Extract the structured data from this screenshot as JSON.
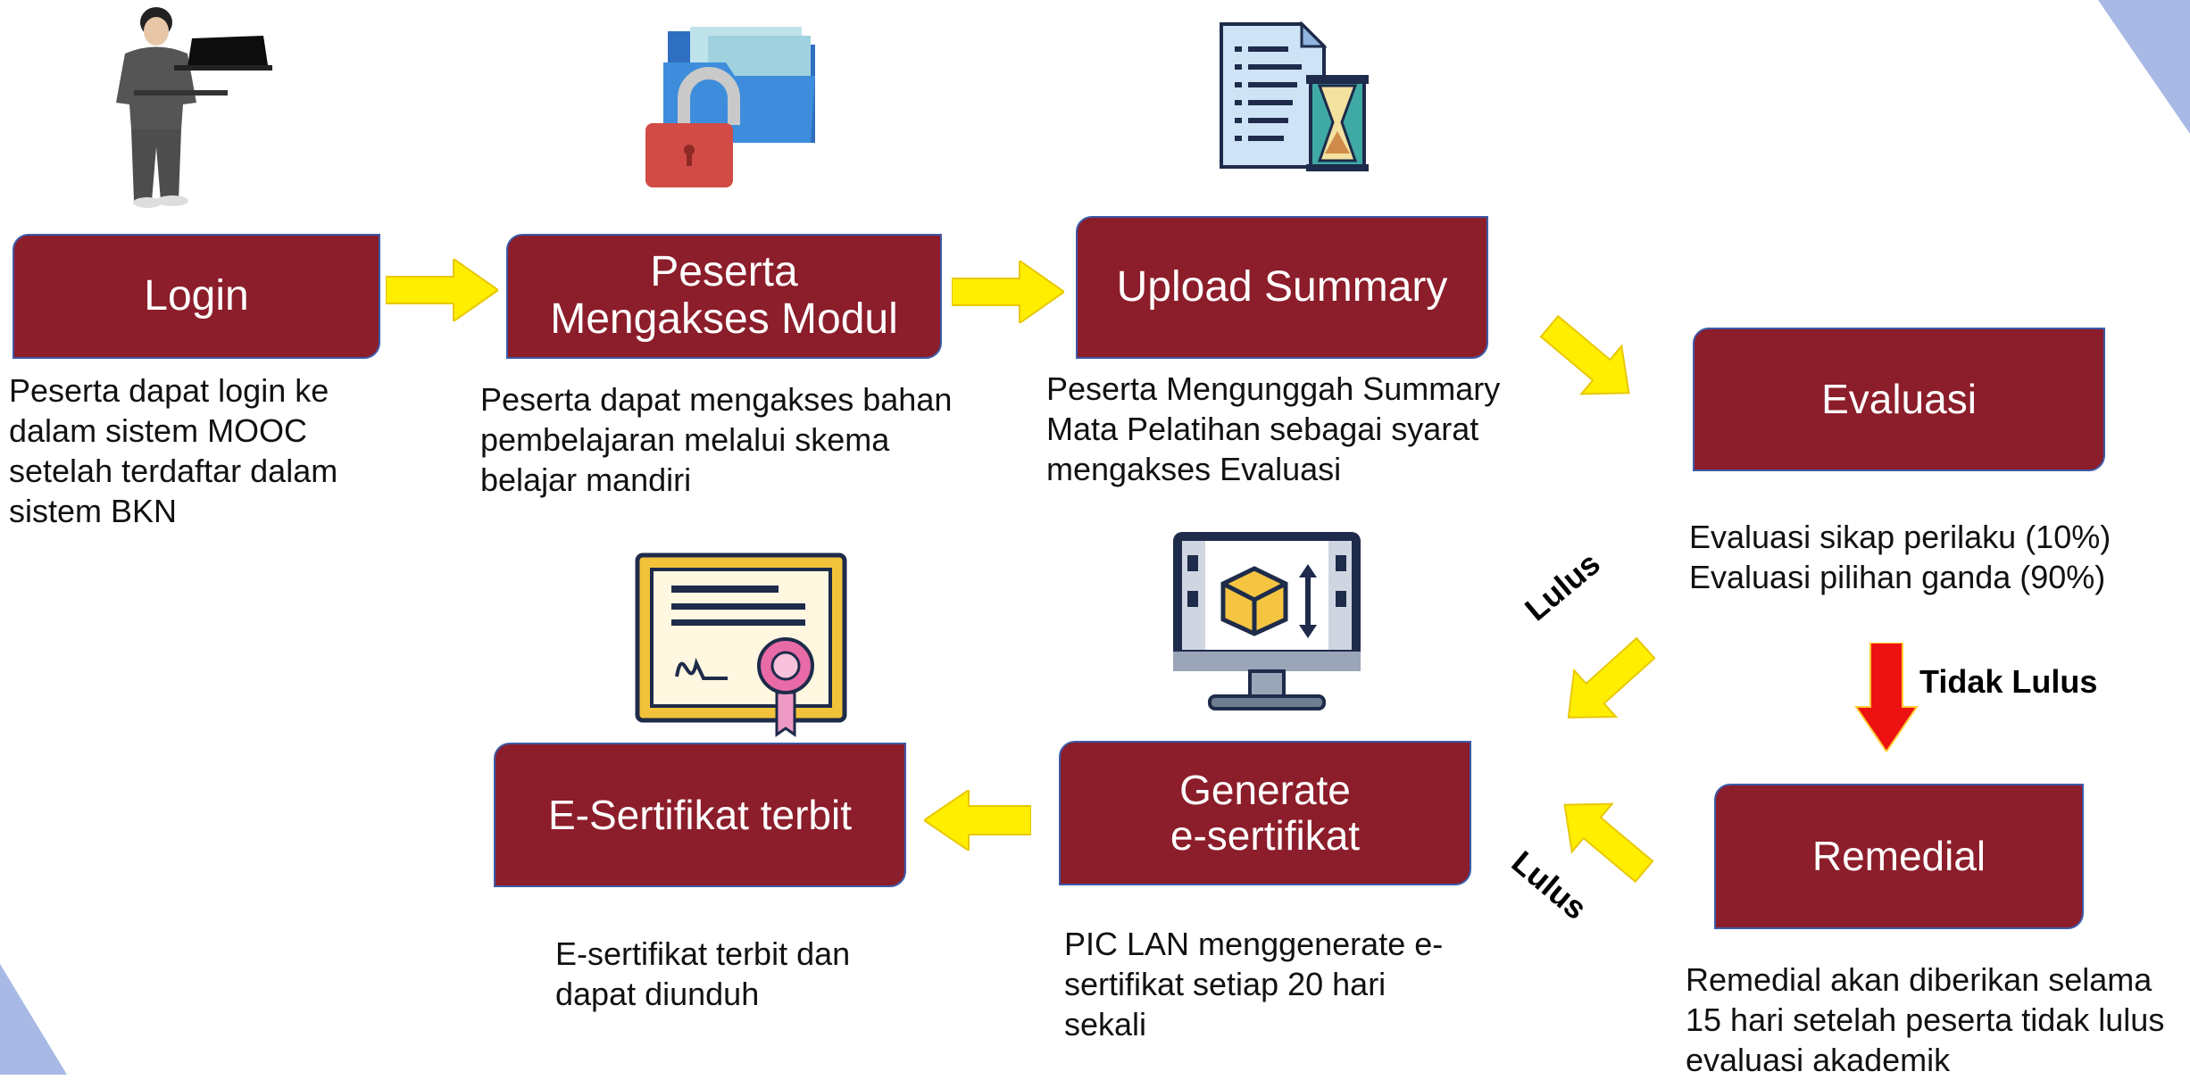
{
  "steps": {
    "login": {
      "label": "Login",
      "desc": "Peserta dapat login ke\ndalam sistem MOOC\nsetelah terdaftar dalam\nsistem BKN"
    },
    "modul": {
      "label": "Peserta\nMengakses Modul",
      "desc": "Peserta dapat mengakses bahan\npembelajaran melalui skema\nbelajar mandiri"
    },
    "upload": {
      "label": "Upload Summary",
      "desc": "Peserta Mengunggah Summary\nMata Pelatihan sebagai syarat\nmengakses Evaluasi"
    },
    "evaluasi": {
      "label": "Evaluasi",
      "desc": "Evaluasi sikap perilaku (10%)\nEvaluasi pilihan ganda (90%)"
    },
    "remedial": {
      "label": "Remedial",
      "desc": "Remedial akan diberikan selama\n15 hari setelah peserta tidak lulus\nevaluasi akademik"
    },
    "generate": {
      "label": "Generate\ne-sertifikat",
      "desc": "PIC LAN menggenerate e-\nsertifikat setiap 20 hari\nsekali"
    },
    "terbit": {
      "label": "E-Sertifikat terbit",
      "desc": "E-sertifikat terbit dan\ndapat diunduh"
    }
  },
  "transitions": {
    "lulus_top": "Lulus",
    "lulus_bottom": "Lulus",
    "tidak_lulus": "Tidak Lulus"
  },
  "colors": {
    "box": "#8c1d2a",
    "box_border": "#3d5aa8",
    "arrow": "#ffee00",
    "fail_arrow": "#ee1111",
    "corner": "#a9b9e6"
  }
}
